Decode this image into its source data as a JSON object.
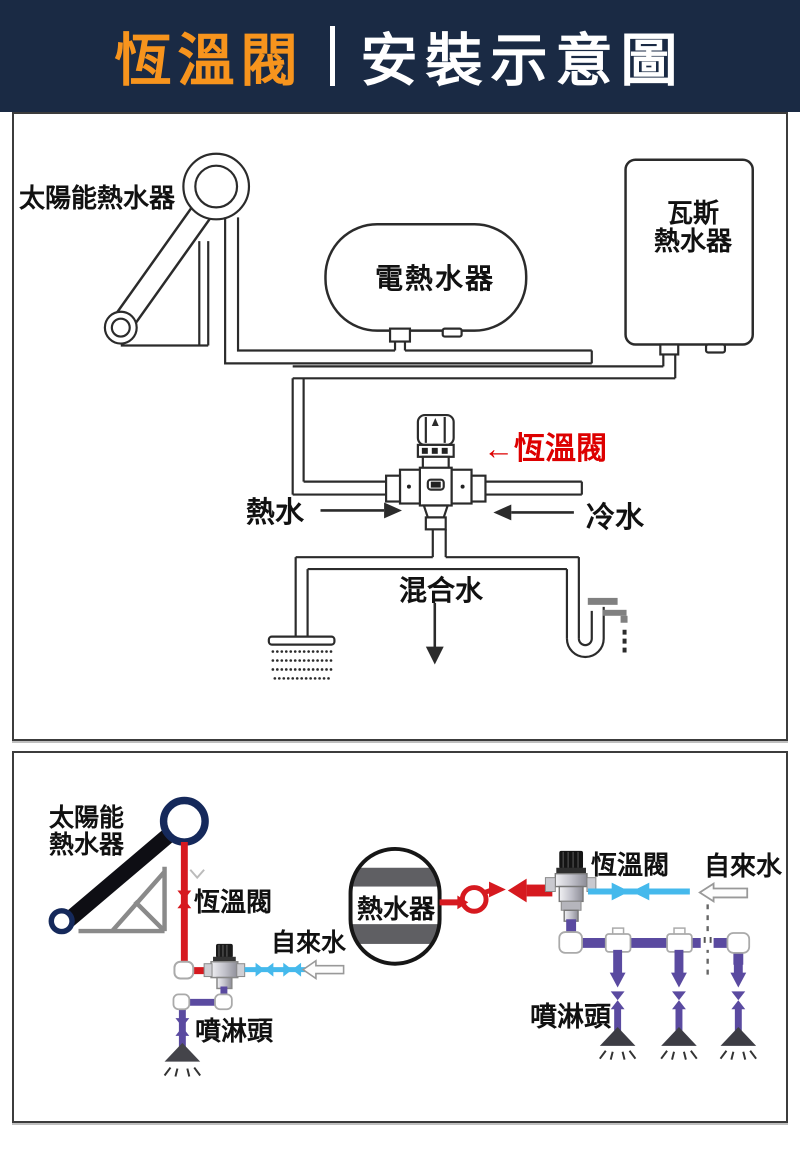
{
  "header": {
    "title_left": "恆溫閥",
    "title_right": "安裝示意圖",
    "bg_color": "#1a2a44",
    "accent_color": "#f7941d"
  },
  "panel_top": {
    "labels": {
      "solar": "太陽能熱水器",
      "electric": "電熱水器",
      "gas_1": "瓦斯",
      "gas_2": "熱水器",
      "hot": "熱水",
      "cold": "冷水",
      "valve_pointer": "←恆溫閥",
      "mixed": "混合水"
    },
    "pointer_color": "#dd0000"
  },
  "panel_bottom": {
    "labels": {
      "solar_1": "太陽能",
      "solar_2": "熱水器",
      "valve_left": "恆溫閥",
      "tap_left": "自來水",
      "shower_left": "噴淋頭",
      "heater": "熱水器",
      "valve_right": "恆溫閥",
      "tap_right": "自來水",
      "shower_right": "噴淋頭"
    },
    "colors": {
      "hot_pipe": "#d6191f",
      "cold_pipe": "#45b9ec",
      "mixed_pipe": "#5a4aa0",
      "solar_ring": "#15295b"
    }
  }
}
